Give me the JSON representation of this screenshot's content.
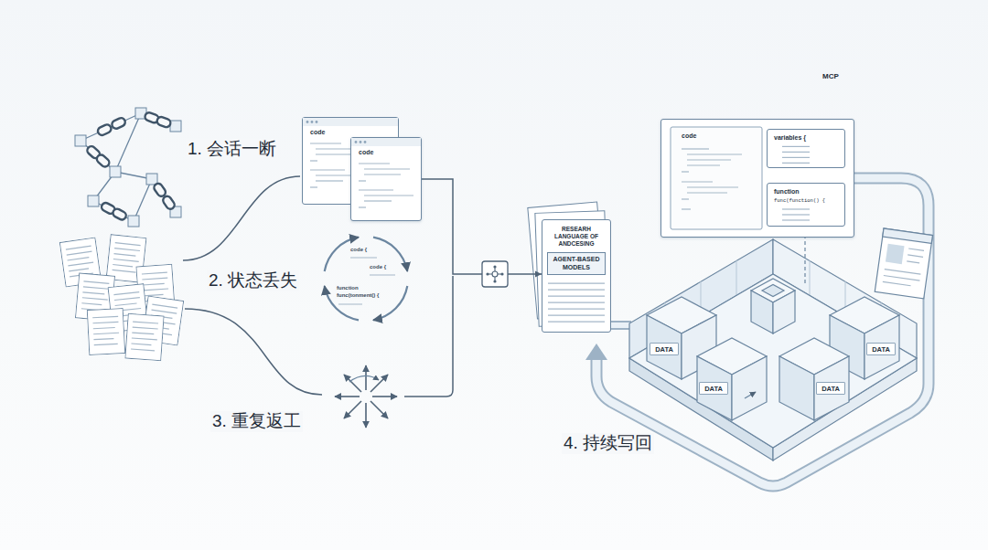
{
  "diagram": {
    "nodes": [
      {
        "text": [
          "code"
        ]
      },
      {
        "text": [
          "code"
        ]
      },
      {
        "text": [
          "RESEARH LANGUAGE OF ANDCESING",
          "AGENT-BASED MODELS"
        ]
      },
      {
        "text": [
          "code"
        ]
      },
      {
        "text": [
          "variables {",
          "MCP"
        ],
        "in": 3
      },
      {
        "text": [
          "function",
          "func(function() {"
        ],
        "in": 3
      },
      {
        "text": [
          "DATA"
        ]
      },
      {
        "text": [
          "DATA"
        ]
      },
      {
        "text": [
          "DATA"
        ]
      },
      {
        "text": [
          "DATA"
        ]
      }
    ],
    "edges": [
      {
        "from": 1,
        "to": 2,
        "arrow": "to"
      }
    ],
    "labels": [
      "1. 会话一断",
      "2. 状态丢失",
      "3. 重复返工",
      "4. 持续写回",
      "code {",
      "code {",
      "function",
      "func(tonment() {"
    ]
  }
}
